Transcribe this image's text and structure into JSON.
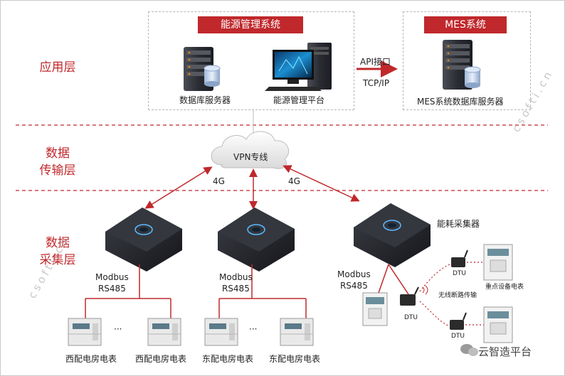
{
  "layers": {
    "application": "应用层",
    "transmission_line1": "数据",
    "transmission_line2": "传输层",
    "collection_line1": "数据",
    "collection_line2": "采集层"
  },
  "energy_system": {
    "title": "能源管理系统",
    "db_server_label": "数据库服务器",
    "platform_label": "能源管理平台"
  },
  "mes_system": {
    "title": "MES系统",
    "db_server_label": "MES系统数据库服务器"
  },
  "link": {
    "api": "API接口",
    "protocol": "TCP/IP"
  },
  "network": {
    "vpn": "VPN专线",
    "left_4g": "4G",
    "right_4g": "4G"
  },
  "gateways": {
    "g1_line1": "Modbus",
    "g1_line2": "RS485",
    "g2_line1": "Modbus",
    "g2_line2": "RS485",
    "g3_line1": "Modbus",
    "g3_line2": "RS485"
  },
  "meters": {
    "west_1": "西配电房电表",
    "west_2": "西配电房电表",
    "east_1": "东配电房电表",
    "east_2": "东配电房电表",
    "ellipsis": "···"
  },
  "energy_collector": {
    "title": "能耗采集器",
    "dtu_1": "DTU",
    "dtu_2": "DTU",
    "dtu_3": "DTU",
    "wireless": "无线断路传输",
    "key_meter": "重点设备电表"
  },
  "watermark": {
    "brand": "云智造平台",
    "site": "csofti.cn"
  },
  "colors": {
    "accent": "#c0282c",
    "dashed": "#b5b5b5"
  }
}
